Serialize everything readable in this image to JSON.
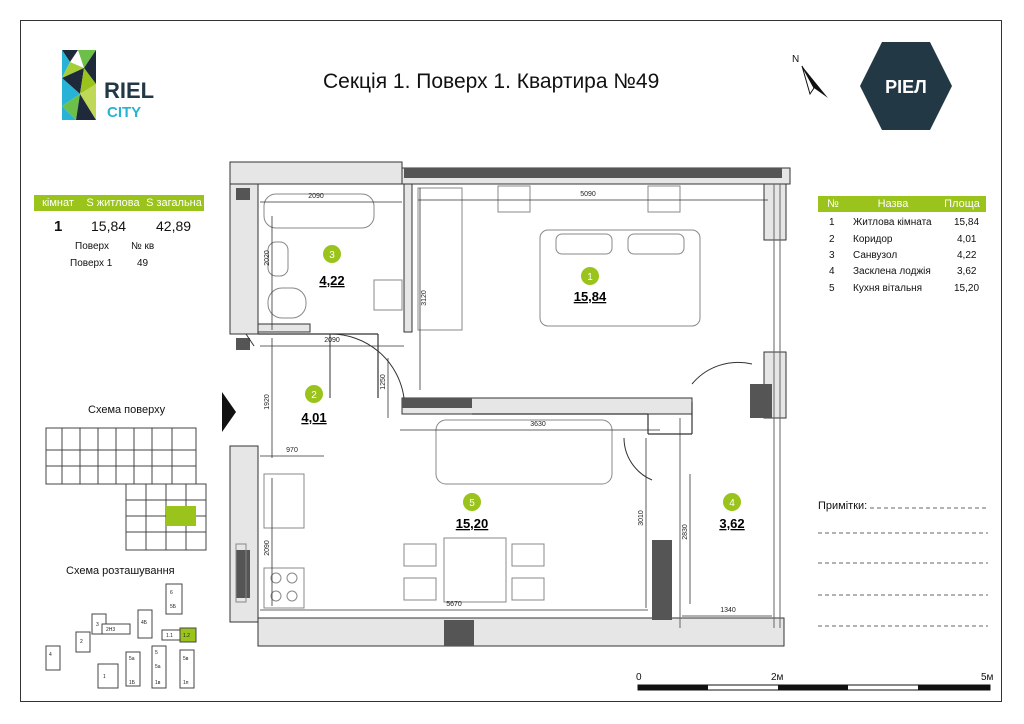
{
  "title": "Секція 1. Поверх 1. Квартира №49",
  "brand": {
    "logo_left_line1": "RIEL",
    "logo_left_line2": "CITY",
    "logo_right": "РІЕЛ",
    "compass_north": "N"
  },
  "summary": {
    "headers": [
      "кімнат",
      "S житлова",
      "S загальна"
    ],
    "rooms": "1",
    "living_area": "15,84",
    "total_area": "42,89",
    "floor_label": "Поверх",
    "apt_label": "№ кв",
    "floor_value": "Поверх 1",
    "apt_value": "49"
  },
  "schemes": {
    "floor_scheme": "Схема поверху",
    "site_scheme": "Схема розташування"
  },
  "site_labels": [
    "4",
    "2",
    "3",
    "2H3",
    "4Б",
    "1",
    "5а",
    "5",
    "5в",
    "1Б",
    "1в",
    "1п",
    "6",
    "5Б",
    "5а",
    "1.1",
    "1.2"
  ],
  "rooms_table": {
    "headers": [
      "№",
      "Назва",
      "Площа"
    ],
    "rows": [
      {
        "num": "1",
        "name": "Житлова кімната",
        "area": "15,84"
      },
      {
        "num": "2",
        "name": "Коридор",
        "area": "4,01"
      },
      {
        "num": "3",
        "name": "Санвузол",
        "area": "4,22"
      },
      {
        "num": "4",
        "name": "Засклена лоджія",
        "area": "3,62"
      },
      {
        "num": "5",
        "name": "Кухня вітальня",
        "area": "15,20"
      }
    ]
  },
  "notes_label": "Примітки:",
  "plan": {
    "rooms": [
      {
        "num": "1",
        "area": "15,84"
      },
      {
        "num": "2",
        "area": "4,01"
      },
      {
        "num": "3",
        "area": "4,22"
      },
      {
        "num": "4",
        "area": "3,62"
      },
      {
        "num": "5",
        "area": "15,20"
      }
    ],
    "dims": [
      "2090",
      "5090",
      "2020",
      "3120",
      "2090",
      "1250",
      "1920",
      "3630",
      "970",
      "3010",
      "2830",
      "2090",
      "5670",
      "1340"
    ]
  },
  "scale": {
    "start": "0",
    "mid": "2м",
    "end": "5м"
  },
  "colors": {
    "accent": "#9ac31c",
    "wall": "#555555",
    "logo_dark": "#233845"
  }
}
